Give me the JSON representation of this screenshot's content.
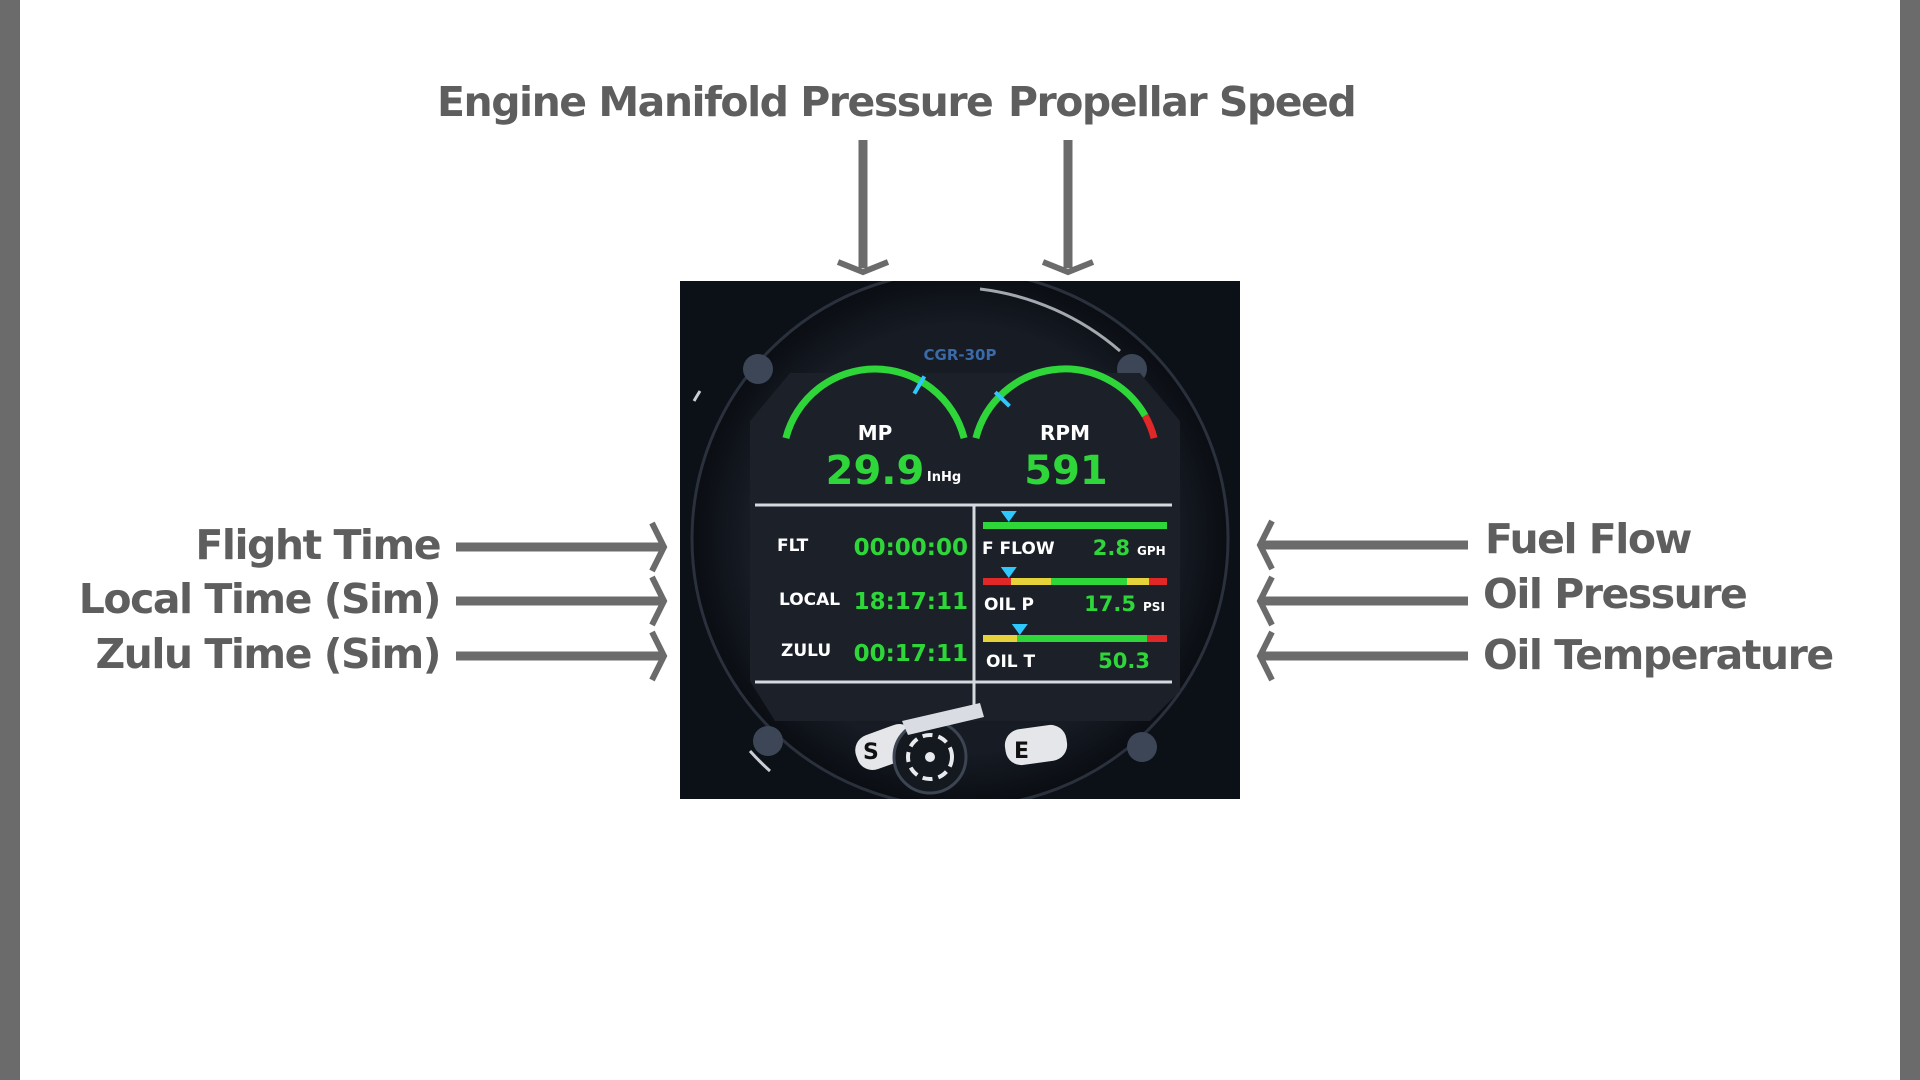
{
  "callouts": {
    "manifold_pressure": "Engine Manifold Pressure",
    "propeller_speed": "Propellar Speed",
    "flight_time": "Flight Time",
    "local_time": "Local Time (Sim)",
    "zulu_time": "Zulu Time (Sim)",
    "fuel_flow": "Fuel Flow",
    "oil_pressure": "Oil Pressure",
    "oil_temperature": "Oil Temperature"
  },
  "instrument": {
    "model": "CGR-30P",
    "mp": {
      "label": "MP",
      "value": "29.9",
      "unit": "InHg",
      "needle_fraction": 0.7
    },
    "rpm": {
      "label": "RPM",
      "value": "591",
      "needle_fraction": 0.2
    },
    "times": [
      {
        "label": "FLT",
        "value": "00:00:00"
      },
      {
        "label": "LOCAL",
        "value": "18:17:11"
      },
      {
        "label": "ZULU",
        "value": "00:17:11"
      }
    ],
    "bars": [
      {
        "label": "F FLOW",
        "value": "2.8",
        "unit": "GPH",
        "pointer_fraction": 0.14
      },
      {
        "label": "OIL P",
        "value": "17.5",
        "unit": "PSI",
        "pointer_fraction": 0.14
      },
      {
        "label": "OIL T",
        "value": "50.3",
        "unit": "",
        "pointer_fraction": 0.2
      }
    ],
    "knob_left": "S",
    "knob_right": "E"
  },
  "colors": {
    "callout_text": "#5e5e5e",
    "arrow": "#6b6b6b",
    "gauge_green": "#2fd63a",
    "needle_cyan": "#2ec8ff",
    "warn_red": "#e02828",
    "caution_yellow": "#e6d23a"
  }
}
